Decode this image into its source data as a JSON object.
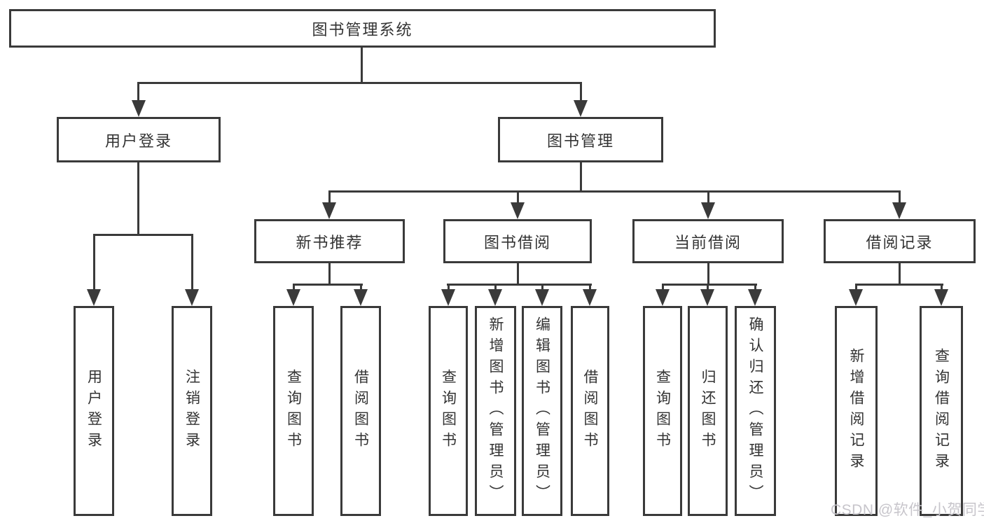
{
  "tree": {
    "root": "图书管理系统",
    "branches": [
      {
        "label": "用户登录",
        "children": [
          "用户登录",
          "注销登录"
        ]
      },
      {
        "label": "图书管理",
        "groups": [
          {
            "label": "新书推荐",
            "children": [
              "查询图书",
              "借阅图书"
            ]
          },
          {
            "label": "图书借阅",
            "children": [
              "查询图书",
              "新增图书（管理员）",
              "编辑图书（管理员）",
              "借阅图书"
            ]
          },
          {
            "label": "当前借阅",
            "children": [
              "查询图书",
              "归还图书",
              "确认归还（管理员）"
            ]
          },
          {
            "label": "借阅记录",
            "children": [
              "新增借阅记录",
              "查询借阅记录"
            ]
          }
        ]
      }
    ]
  },
  "watermark": {
    "text": "CSDN @软件_小贺同学"
  },
  "colors": {
    "line": "#3a3a3a",
    "text": "#333333",
    "watermark": "#c7c5cb",
    "background": "#ffffff"
  }
}
